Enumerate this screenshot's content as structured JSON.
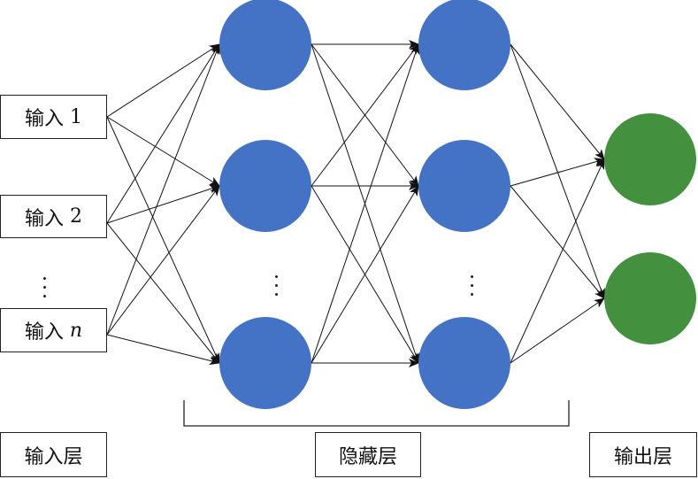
{
  "inputs": [
    {
      "label": "输入",
      "index": "1"
    },
    {
      "label": "输入",
      "index": "2"
    },
    {
      "label": "输入",
      "index": "n"
    }
  ],
  "layer_labels": {
    "input": "输入层",
    "hidden": "隐藏层",
    "output": "输出层"
  },
  "colors": {
    "hidden_node": "#4472C4",
    "output_node": "#43913F",
    "edge": "#111111"
  },
  "hidden_layers": 2,
  "hidden_nodes_shown": 3,
  "output_nodes": 2
}
